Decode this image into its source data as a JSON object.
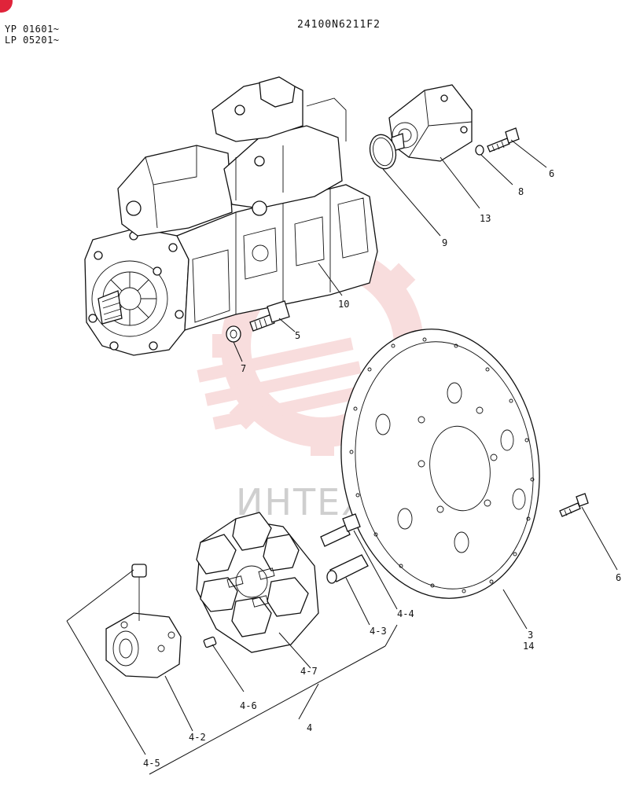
{
  "header": {
    "serial_1": "YP 01601~",
    "serial_2": "LP 05201~",
    "drawing_number": "24100N6211F2"
  },
  "watermark": "ИНТЕХ",
  "callouts": {
    "c6a": "6",
    "c8": "8",
    "c13": "13",
    "c9": "9",
    "c10": "10",
    "c5": "5",
    "c7": "7",
    "c6b": "6",
    "c3": "3",
    "c14": "14",
    "c4_4": "4-4",
    "c4_3": "4-3",
    "c4_7": "4-7",
    "c4_6": "4-6",
    "c4": "4",
    "c4_2": "4-2",
    "c4_5": "4-5"
  },
  "colors": {
    "badge": "#e0243a",
    "watermark_logo": "#f3c2c2"
  }
}
